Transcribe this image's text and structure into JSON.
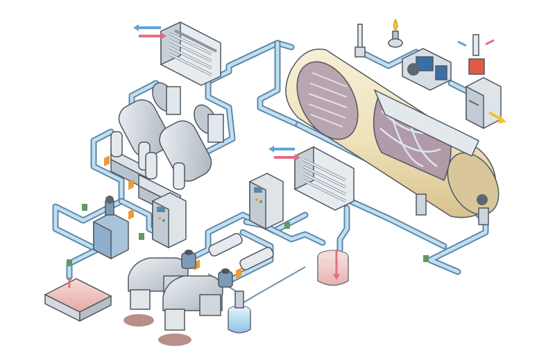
{
  "diagram": {
    "kind": "isometric process plant illustration",
    "colors": {
      "pipe_outer": "#5f86a6",
      "pipe_inner": "#bfe0f2",
      "steel": "#d7dde3",
      "vessel_body": "#f1e6c4",
      "vessel_interior": "#b9a5b0",
      "product_pink": "#e9b8b4",
      "valve_orange": "#ee9a3a",
      "coupling_green": "#5f9a63",
      "heater_red": "#e05a47",
      "outlet_arrow_yellow": "#f2c12e",
      "flame_yellow": "#f6c731",
      "blue_motor": "#3a6fa6",
      "flow_arrow_red": "#e36f83",
      "flow_arrow_blue": "#5fa4d9"
    },
    "components": [
      {
        "id": "heat-exchanger-top",
        "icon": "heat-exchanger-icon"
      },
      {
        "id": "heat-exchanger-middle",
        "icon": "heat-exchanger-icon"
      },
      {
        "id": "mixer-tank-left",
        "icon": "tank-icon"
      },
      {
        "id": "mixer-tank-right",
        "icon": "tank-icon"
      },
      {
        "id": "horizontal-vessel",
        "icon": "vessel-icon"
      },
      {
        "id": "blower-unit",
        "icon": "blower-icon"
      },
      {
        "id": "heater-unit",
        "icon": "heater-icon"
      },
      {
        "id": "control-panel-left",
        "icon": "control-panel-icon"
      },
      {
        "id": "control-panel-center",
        "icon": "control-panel-icon"
      },
      {
        "id": "filter-vessel",
        "icon": "filter-icon"
      },
      {
        "id": "pump-left",
        "icon": "pump-icon"
      },
      {
        "id": "pump-right",
        "icon": "pump-icon"
      },
      {
        "id": "collection-tank-pink",
        "icon": "beaker-icon"
      },
      {
        "id": "collection-tank-blue",
        "icon": "beaker-icon"
      },
      {
        "id": "drain-tray",
        "icon": "tray-icon"
      },
      {
        "id": "extruder-left",
        "icon": "press-icon"
      },
      {
        "id": "extruder-right",
        "icon": "press-icon"
      }
    ]
  }
}
